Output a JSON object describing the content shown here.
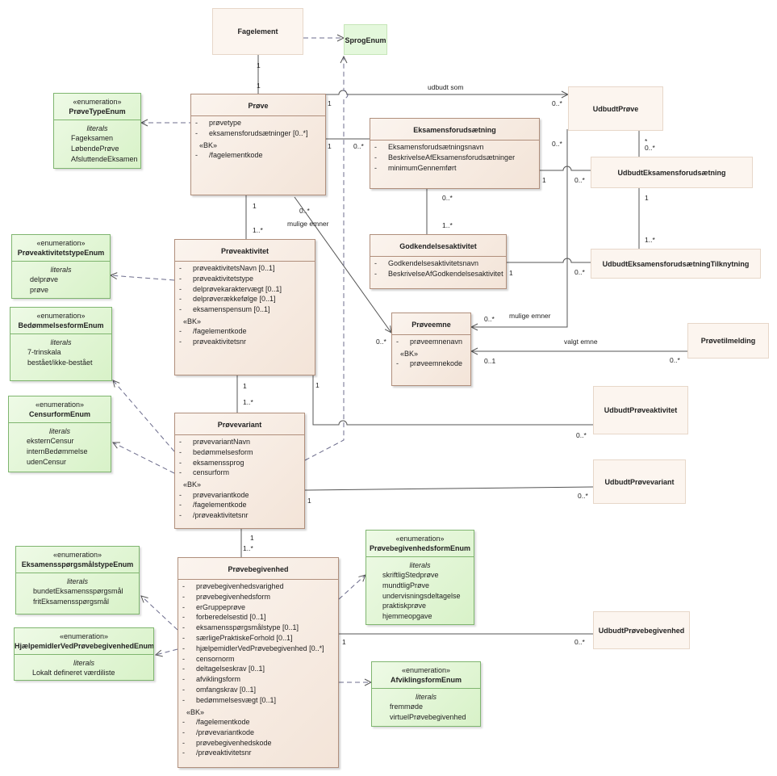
{
  "classes": {
    "fagelement": {
      "name": "Fagelement"
    },
    "sprogenum": {
      "name": "SprogEnum"
    },
    "prove": {
      "name": "Prøve",
      "attrs": [
        "prøvetype",
        "eksamensforudsætninger [0..*]"
      ],
      "bk_label": "«BK»",
      "bk": [
        "/fagelementkode"
      ]
    },
    "eksamensforudsaetning": {
      "name": "Eksamensforudsætning",
      "attrs": [
        "Eksamensforudsætningsnavn",
        "BeskrivelseAfEksamensforudsætninger",
        "minimumGennemført"
      ]
    },
    "godkendelsesaktivitet": {
      "name": "Godkendelsesaktivitet",
      "attrs": [
        "Godkendelsesaktivitetsnavn",
        "BeskrivelseAfGodkendelsesaktivitet"
      ]
    },
    "udbudtprove": {
      "name": "UdbudtPrøve"
    },
    "udbudteksamensforudsaetning": {
      "name": "UdbudtEksamensforudsætning"
    },
    "udbudteksamensforudsaetningtilknytning": {
      "name": "UdbudtEksamensforudsætningTilknytning"
    },
    "proveaktivitet": {
      "name": "Prøveaktivitet",
      "attrs": [
        "prøveaktivitetsNavn [0..1]",
        "prøveaktivitetstype",
        "delprøvekaraktervægt [0..1]",
        "delprøverækkefølge [0..1]",
        "eksamenspensum [0..1]"
      ],
      "bk_label": "«BK»",
      "bk": [
        "/fagelementkode",
        "prøveaktivitetsnr"
      ]
    },
    "proveemne": {
      "name": "Prøveemne",
      "attrs": [
        "prøveemnenavn"
      ],
      "bk_label": "«BK»",
      "bk": [
        "prøveemnekode"
      ]
    },
    "provetilmelding": {
      "name": "Prøvetilmelding"
    },
    "udbudtproveaktivitet": {
      "name": "UdbudtPrøveaktivitet"
    },
    "provevariant": {
      "name": "Prøvevariant",
      "attrs": [
        "prøvevariantNavn",
        "bedømmelsesform",
        "eksamenssprog",
        "censurform"
      ],
      "bk_label": "«BK»",
      "bk": [
        "prøvevariantkode",
        "/fagelementkode",
        "/prøveaktivitetsnr"
      ]
    },
    "udbudtprovevariant": {
      "name": "UdbudtPrøvevariant"
    },
    "provebegivenhed": {
      "name": "Prøvebegivenhed",
      "attrs": [
        "prøvebegivenhedsvarighed",
        "prøvebegivenhedsform",
        "erGruppeprøve",
        "forberedelsestid [0..1]",
        "eksamensspørgsmålstype [0..1]",
        "særligePraktiskeForhold [0..1]",
        "hjælpemidlerVedPrøvebegivenhed [0..*]",
        "censornorm",
        "deltagelseskrav [0..1]",
        "afviklingsform",
        "omfangskrav [0..1]",
        "bedømmelsesvægt [0..1]"
      ],
      "bk_label": "«BK»",
      "bk": [
        "/fagelementkode",
        "/prøvevariantkode",
        "prøvebegivenhedskode",
        "/prøveaktivitetsnr"
      ]
    },
    "udbudtprovebegivenhed": {
      "name": "UdbudtPrøvebegivenhed"
    }
  },
  "enums": {
    "stereotype": "«enumeration»",
    "literals_label": "literals",
    "provetype": {
      "name": "PrøveTypeEnum",
      "literals": [
        "Fageksamen",
        "LøbendePrøve",
        "AfsluttendeEksamen"
      ]
    },
    "proveaktivitetstype": {
      "name": "PrøveaktivitetstypeEnum",
      "literals": [
        "delprøve",
        "prøve"
      ]
    },
    "bedommelsesform": {
      "name": "BedømmelsesformEnum",
      "literals": [
        "7-trinskala",
        "bestået/ikke-bestået"
      ]
    },
    "censurform": {
      "name": "CensurformEnum",
      "literals": [
        "eksternCensur",
        "internBedømmelse",
        "udenCensur"
      ]
    },
    "eksamenssporgsmalstype": {
      "name": "EksamensspørgsmålstypeEnum",
      "literals": [
        "bundetEksamensspørgsmål",
        "fritEksamensspørgsmål"
      ]
    },
    "hjaelpemidler": {
      "name": "HjælpemidlerVedPrøvebegivenhedEnum",
      "literals": [
        "Lokalt defineret værdiliste"
      ]
    },
    "provebegivenhedsform": {
      "name": "PrøvebegivenhedsformEnum",
      "literals": [
        "skriftligStedprøve",
        "mundtligPrøve",
        "undervisningsdeltagelse",
        "praktiskprøve",
        "hjemmeopgave"
      ]
    },
    "afviklingsform": {
      "name": "AfviklingsformEnum",
      "literals": [
        "fremmøde",
        "virtuelPrøvebegivenhed"
      ]
    }
  },
  "labels": {
    "udbudt_som": "udbudt som",
    "mulige_emner_1": "mulige emner",
    "mulige_emner_2": "mulige emner",
    "valgt_emne": "valgt emne",
    "m_1": "1",
    "m_many": "0..*",
    "m_one_many": "1..*",
    "m_zero_one": "0..1",
    "m_star": "*"
  },
  "colors": {
    "class_border": "#b08f7c",
    "enum_border": "#7fb56f",
    "line": "#555555",
    "dependency": "#6c6c8c"
  }
}
